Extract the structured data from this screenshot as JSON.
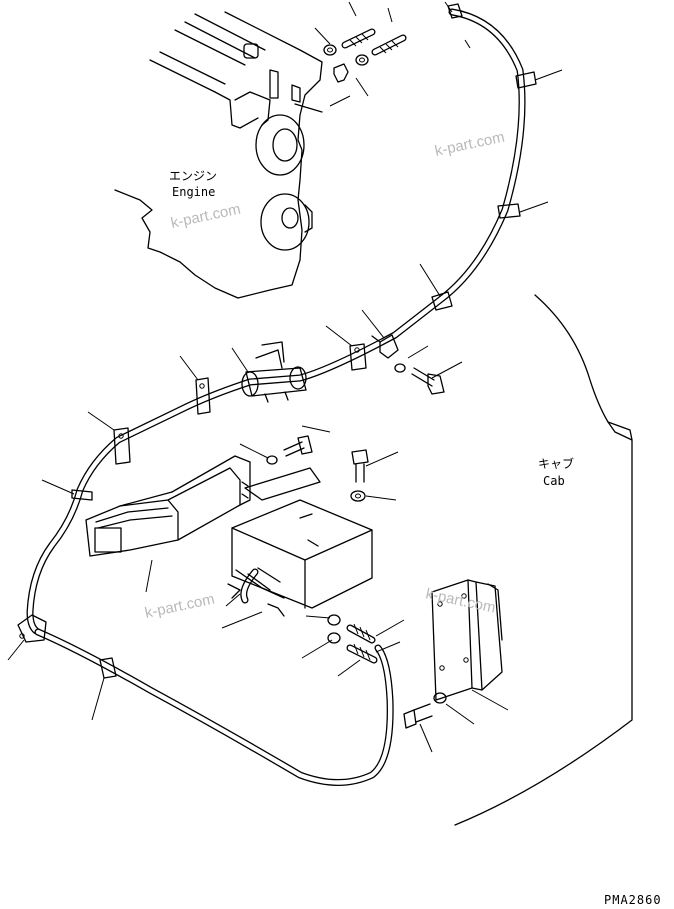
{
  "labels": {
    "engine_jp": "エンジン",
    "engine_en": "Engine",
    "cab_jp": "キャブ",
    "cab_en": "Cab"
  },
  "watermark": "k-part.com",
  "drawing_code": "PMA2860"
}
